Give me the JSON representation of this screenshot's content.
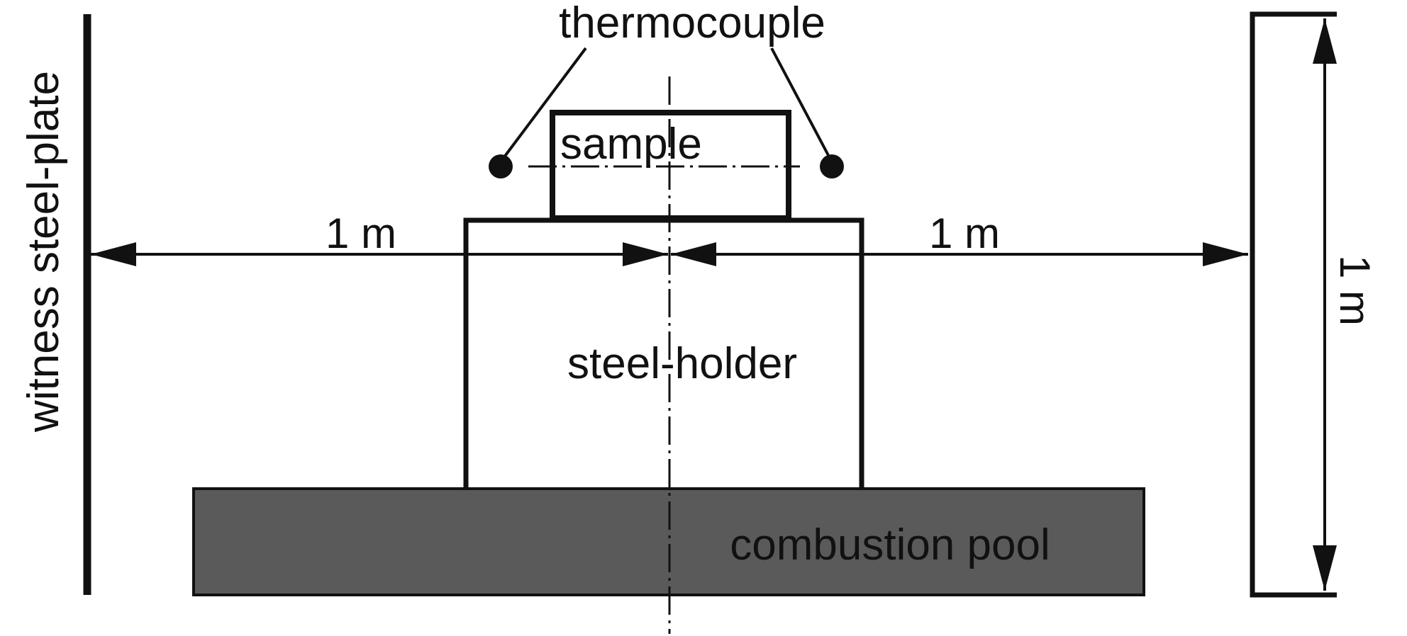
{
  "labels": {
    "thermocouple": "thermocouple",
    "sample": "sample",
    "steel_holder": "steel-holder",
    "combustion_pool": "combustion pool",
    "witness_plate": "witness steel-plate",
    "distance_left": "1 m",
    "distance_right": "1 m",
    "plate_height": "1 m"
  },
  "colors": {
    "stroke": "#111111",
    "pool_fill": "#5a5a5a",
    "background": "#ffffff"
  }
}
